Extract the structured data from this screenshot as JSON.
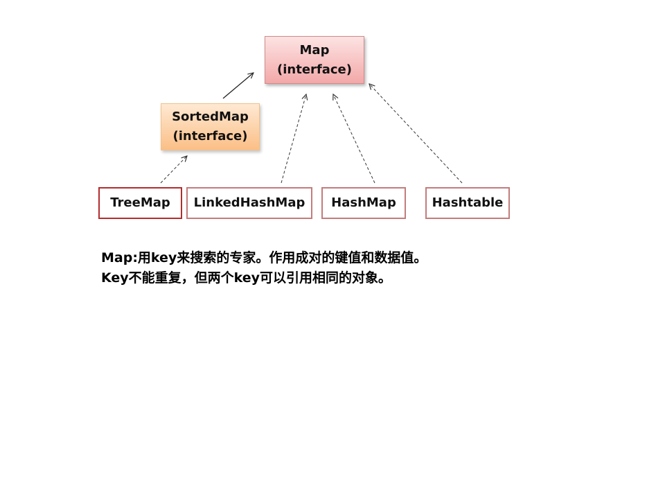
{
  "diagram": {
    "map": {
      "name": "Map",
      "kind": "(interface)"
    },
    "sorted_map": {
      "name": "SortedMap",
      "kind": "(interface)"
    },
    "classes": {
      "tree_map": "TreeMap",
      "linked_hash_map": "LinkedHashMap",
      "hash_map": "HashMap",
      "hashtable": "Hashtable"
    }
  },
  "note": {
    "line1": "Map:用key来搜索的专家。作用成对的键值和数据值。",
    "line2": "Key不能重复，但两个key可以引用相同的对象。"
  },
  "colors": {
    "map_fill": "#f3a8a8",
    "sorted_map_fill": "#fbbf86",
    "class_border": "#c37b7b",
    "tree_map_border": "#b32c2c"
  }
}
